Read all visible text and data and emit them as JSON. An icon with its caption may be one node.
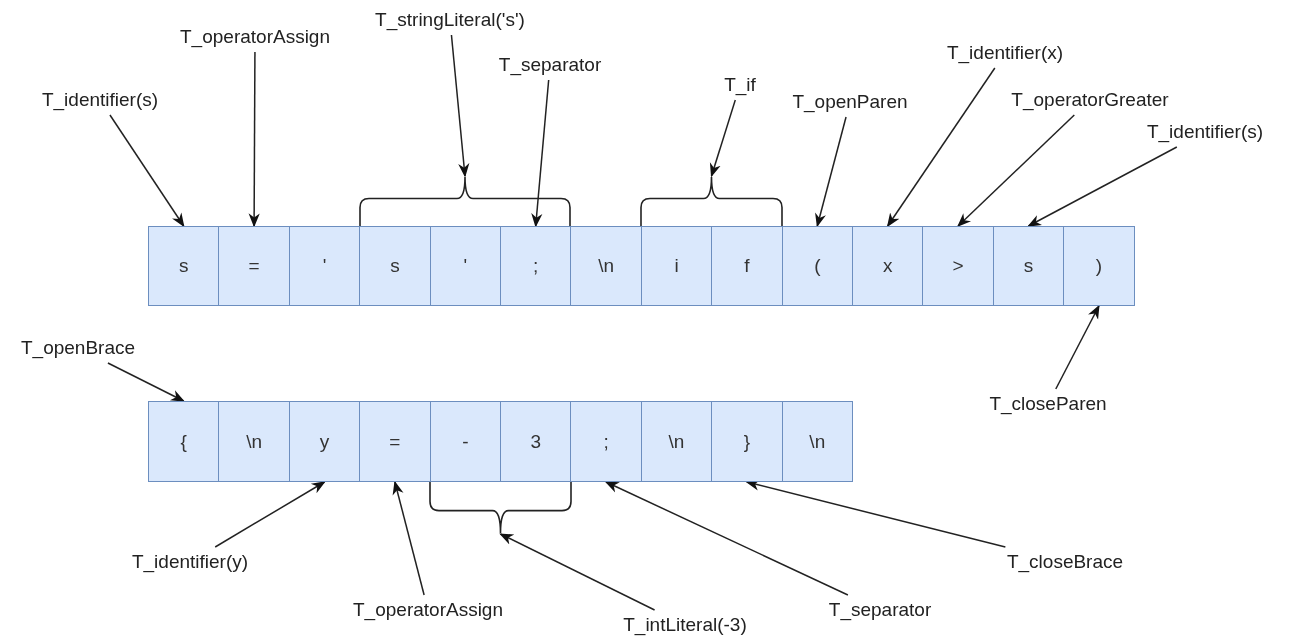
{
  "diagram": {
    "nodes": [
      {
        "text": [
          "s"
        ]
      },
      {
        "text": [
          "="
        ]
      },
      {
        "text": [
          "'"
        ]
      },
      {
        "text": [
          "s"
        ]
      },
      {
        "text": [
          "'"
        ]
      },
      {
        "text": [
          ";"
        ]
      },
      {
        "text": [
          "\\n"
        ]
      },
      {
        "text": [
          "i"
        ]
      },
      {
        "text": [
          "f"
        ]
      },
      {
        "text": [
          "("
        ]
      },
      {
        "text": [
          "x"
        ]
      },
      {
        "text": [
          ">"
        ]
      },
      {
        "text": [
          "s"
        ]
      },
      {
        "text": [
          ")"
        ]
      },
      {
        "text": [],
        "shape": "brace"
      },
      {
        "text": [],
        "shape": "brace"
      },
      {
        "text": [
          "{"
        ]
      },
      {
        "text": [
          "\\n"
        ]
      },
      {
        "text": [
          "y"
        ]
      },
      {
        "text": [
          "="
        ]
      },
      {
        "text": [
          "-"
        ]
      },
      {
        "text": [
          "3"
        ]
      },
      {
        "text": [
          ";"
        ]
      },
      {
        "text": [
          "\\n"
        ]
      },
      {
        "text": [
          "}"
        ]
      },
      {
        "text": [
          "\\n"
        ]
      },
      {
        "text": [],
        "shape": "brace"
      },
      {
        "text": [
          "T_identifier(s)"
        ]
      },
      {
        "text": [
          "T_operatorAssign"
        ]
      },
      {
        "text": [
          "T_stringLiteral('s')"
        ]
      },
      {
        "text": [
          "T_separator"
        ]
      },
      {
        "text": [
          "T_if"
        ]
      },
      {
        "text": [
          "T_openParen"
        ]
      },
      {
        "text": [
          "T_identifier(x)"
        ]
      },
      {
        "text": [
          "T_operatorGreater"
        ]
      },
      {
        "text": [
          "T_identifier(s)"
        ]
      },
      {
        "text": [
          "T_closeParen"
        ]
      },
      {
        "text": [
          "T_openBrace"
        ]
      },
      {
        "text": [
          "T_identifier(y)"
        ]
      },
      {
        "text": [
          "T_operatorAssign"
        ]
      },
      {
        "text": [
          "T_intLiteral(-3)"
        ]
      },
      {
        "text": [
          "T_separator"
        ]
      },
      {
        "text": [
          "T_closeBrace"
        ]
      }
    ],
    "edges": [
      {
        "from": 27,
        "to": 0,
        "arrow": "to"
      },
      {
        "from": 28,
        "to": 1,
        "arrow": "to"
      },
      {
        "from": 29,
        "to": 14,
        "arrow": "to"
      },
      {
        "from": 30,
        "to": 5,
        "arrow": "to"
      },
      {
        "from": 31,
        "to": 15,
        "arrow": "to"
      },
      {
        "from": 32,
        "to": 9,
        "arrow": "to"
      },
      {
        "from": 33,
        "to": 10,
        "arrow": "to"
      },
      {
        "from": 34,
        "to": 11,
        "arrow": "to"
      },
      {
        "from": 35,
        "to": 12,
        "arrow": "to"
      },
      {
        "from": 36,
        "to": 13,
        "arrow": "to"
      },
      {
        "from": 37,
        "to": 16,
        "arrow": "to"
      },
      {
        "from": 38,
        "to": 18,
        "arrow": "to"
      },
      {
        "from": 39,
        "to": 19,
        "arrow": "to"
      },
      {
        "from": 40,
        "to": 26,
        "arrow": "to"
      },
      {
        "from": 41,
        "to": 22,
        "arrow": "to"
      },
      {
        "from": 42,
        "to": 24,
        "arrow": "to"
      }
    ]
  }
}
